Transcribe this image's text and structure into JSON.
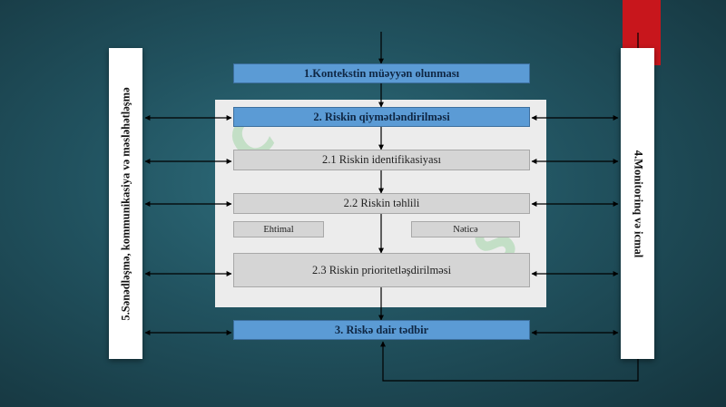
{
  "boxes": {
    "context": "1.Kontekstin müəyyən olunması",
    "assessment": "2. Riskin qiymətləndirilməsi",
    "identification": "2.1 Riskin identifikasiyası",
    "analysis": "2.2 Riskin təhlili",
    "probability": "Ehtimal",
    "consequence": "Nəticə",
    "prioritization": "2.3 Riskin prioritetləşdirilməsi",
    "treatment": "3. Riskə dair tədbir"
  },
  "side_panels": {
    "left": "5.Sənədləşmə, kommunikasiya və məsləhətləşmə",
    "right": "4.Monitorinq və icmal"
  },
  "colors": {
    "accent_blue": "#5b9bd5",
    "grey_box": "#d5d5d5",
    "red_tab": "#c8161c",
    "background": "#21525f"
  }
}
